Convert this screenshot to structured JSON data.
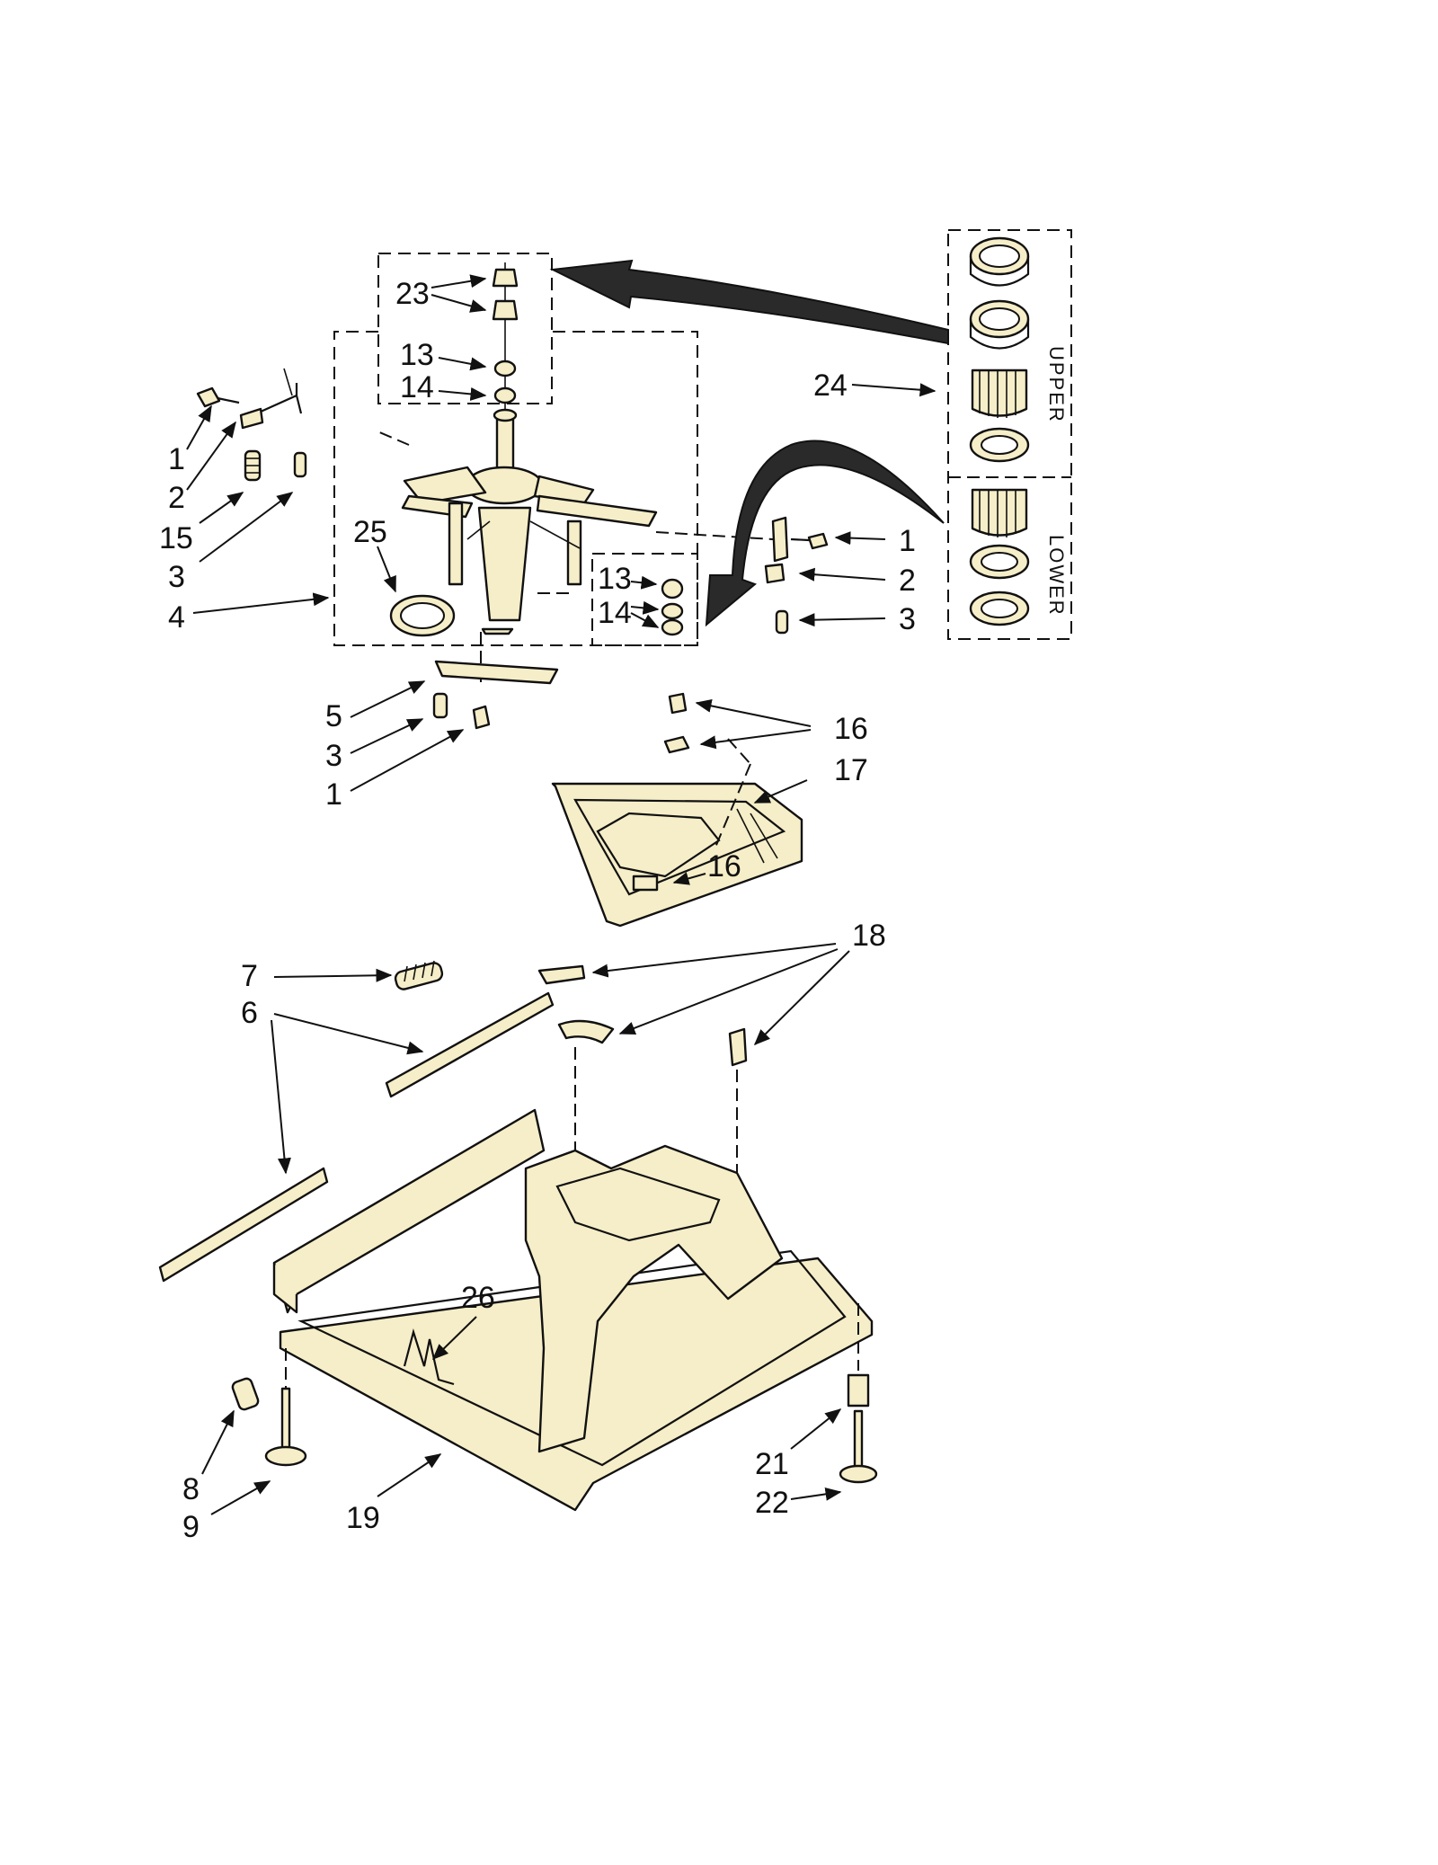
{
  "callouts": {
    "c1a": "1",
    "c2a": "2",
    "c15": "15",
    "c3a": "3",
    "c4": "4",
    "c25": "25",
    "c23": "23",
    "c13a": "13",
    "c14a": "14",
    "c13b": "13",
    "c14b": "14",
    "c24": "24",
    "c1b": "1",
    "c2b": "2",
    "c3b": "3",
    "c5": "5",
    "c3c": "3",
    "c1c": "1",
    "c16a": "16",
    "c17": "17",
    "c16b": "16",
    "c18": "18",
    "c7": "7",
    "c6": "6",
    "c26": "26",
    "c8": "8",
    "c9": "9",
    "c19": "19",
    "c21": "21",
    "c22": "22"
  },
  "kit": {
    "upper_label": "UPPER",
    "lower_label": "LOWER"
  },
  "icons": {
    "arrowhead": "arrowhead-icon",
    "bearing": "bearing-icon"
  }
}
